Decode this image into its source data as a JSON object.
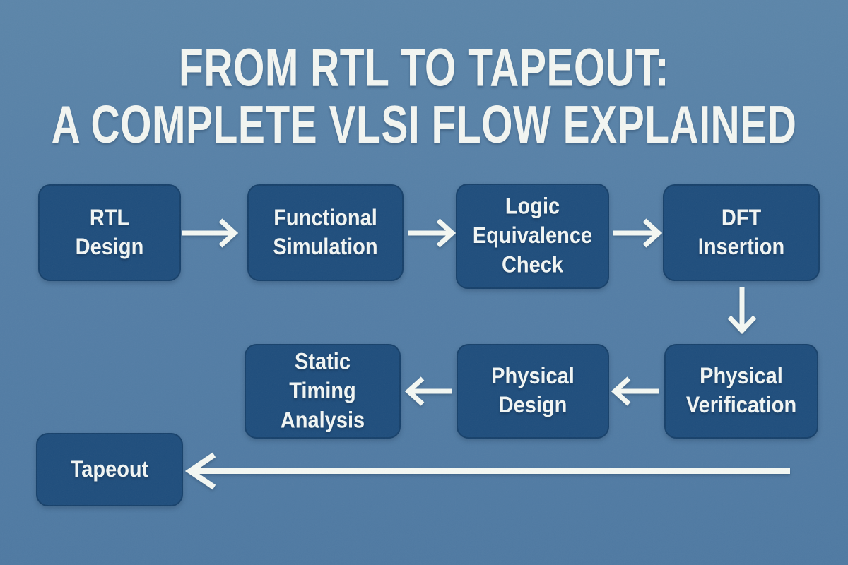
{
  "title": {
    "line1": "FROM RTL TO TAPEOUT:",
    "line2": "A COMPLETE VLSI FLOW EXPLAINED"
  },
  "nodes": [
    {
      "id": "rtl-design",
      "lines": [
        "RTL",
        "Design"
      ]
    },
    {
      "id": "functional-simulation",
      "lines": [
        "Functional",
        "Simulation"
      ]
    },
    {
      "id": "logic-equivalence-check",
      "lines": [
        "Logic",
        "Equivalence",
        "Check"
      ]
    },
    {
      "id": "dft-insertion",
      "lines": [
        "DFT",
        "Insertion"
      ]
    },
    {
      "id": "physical-verification",
      "lines": [
        "Physical",
        "Verification"
      ]
    },
    {
      "id": "physical-design",
      "lines": [
        "Physical",
        "Design"
      ]
    },
    {
      "id": "static-timing-analysis",
      "lines": [
        "Static",
        "Timing",
        "Analysis"
      ]
    },
    {
      "id": "tapeout",
      "lines": [
        "Tapeout"
      ]
    }
  ],
  "edges": [
    {
      "from": "rtl-design",
      "to": "functional-simulation",
      "direction": "right"
    },
    {
      "from": "functional-simulation",
      "to": "logic-equivalence-check",
      "direction": "right"
    },
    {
      "from": "logic-equivalence-check",
      "to": "dft-insertion",
      "direction": "right"
    },
    {
      "from": "dft-insertion",
      "to": "physical-verification",
      "direction": "down"
    },
    {
      "from": "physical-verification",
      "to": "physical-design",
      "direction": "left"
    },
    {
      "from": "physical-design",
      "to": "static-timing-analysis",
      "direction": "left"
    },
    {
      "from": "static-timing-analysis",
      "to": "tapeout",
      "direction": "left-long"
    }
  ],
  "colors": {
    "background": "#547ea6",
    "node_fill": "#1e4d7c",
    "text": "#f2f6f4",
    "arrow": "#f4f8f3"
  }
}
